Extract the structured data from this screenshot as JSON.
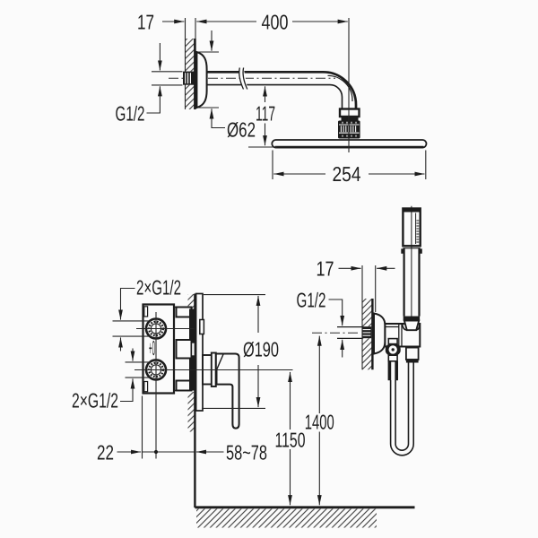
{
  "diagram": {
    "type": "technical-installation-drawing",
    "subject": "concealed shower set with overhead shower, mixer valve and hand shower",
    "background_color": "#fbfbfb",
    "line_color": "#1c1c1c",
    "labels": {
      "arm_wall_thickness": {
        "text": "17",
        "len": 19
      },
      "arm_length": {
        "text": "400",
        "len": 30
      },
      "arm_thread": {
        "text": "G1/2",
        "len": 33
      },
      "flange_diameter": {
        "text": "Ø62",
        "len": 32
      },
      "head_drop": {
        "text": "117",
        "len": 22
      },
      "head_diameter": {
        "text": "254",
        "len": 32
      },
      "mixer_inlets_top": {
        "text": "2×G1/2",
        "len": 50
      },
      "mixer_inlets_bottom": {
        "text": "2×G1/2",
        "len": 52
      },
      "mixer_body_offset": {
        "text": "22",
        "len": 19
      },
      "mixer_depth_range": {
        "text": "58~78",
        "len": 46
      },
      "trim_plate_diameter": {
        "text": "Ø190",
        "len": 40
      },
      "outlet_wall_thickness": {
        "text": "17",
        "len": 20
      },
      "outlet_thread": {
        "text": "G1/2",
        "len": 33
      },
      "mixer_height": {
        "text": "1150",
        "len": 34
      },
      "outlet_height": {
        "text": "1400",
        "len": 33
      },
      "port_mark": {
        "text": "+0",
        "len": 7
      }
    }
  }
}
